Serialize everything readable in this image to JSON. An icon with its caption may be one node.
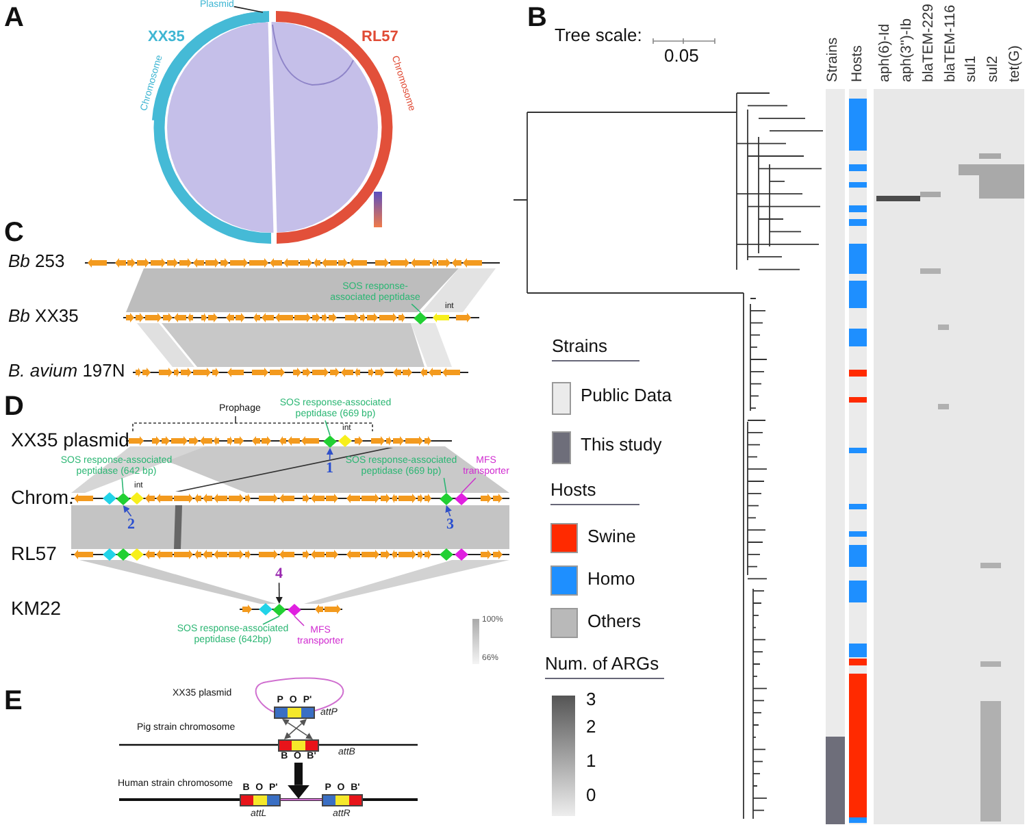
{
  "diagram": {
    "nodes": [
      {
        "text": [
          "Plasmid"
        ]
      },
      {
        "text": [
          "SOS response-associated peptidase"
        ]
      },
      {
        "text": [],
        "shape": "diamond"
      },
      {
        "text": [
          "SOS response-associated peptidase (669 bp)"
        ]
      },
      {
        "text": [],
        "shape": "diamond"
      },
      {
        "text": [
          "1"
        ]
      },
      {
        "text": [
          "SOS response-associated peptidase (642 bp)"
        ]
      },
      {
        "text": [],
        "shape": "diamond"
      },
      {
        "text": [
          "2"
        ]
      },
      {
        "text": [
          "SOS response-associated peptidase (669 bp)"
        ]
      },
      {
        "text": [
          "MFS transporter"
        ]
      },
      {
        "text": [],
        "shape": "diamond"
      },
      {
        "text": [],
        "shape": "diamond"
      },
      {
        "text": [
          "3"
        ]
      },
      {
        "text": [
          "4"
        ]
      },
      {
        "text": [],
        "shape": "diamond"
      },
      {
        "text": [],
        "shape": "diamond"
      },
      {
        "text": [
          "SOS response-associated peptidase (642bp)"
        ]
      },
      {
        "text": [
          "MFS transporter"
        ]
      },
      {
        "text": [
          "P",
          "O",
          "P'"
        ],
        "beside": [
          "attP"
        ]
      },
      {
        "text": [
          "B",
          "O",
          "B'"
        ],
        "beside": [
          "attB"
        ]
      },
      {
        "text": [
          "B",
          "O",
          "P'"
        ],
        "beside": [
          "attL"
        ]
      },
      {
        "text": [
          "P",
          "O",
          "B'"
        ],
        "beside": [
          "attR"
        ]
      },
      {
        "text": [],
        "shape": "bar"
      }
    ],
    "edges": [
      {
        "from": 0,
        "to": null,
        "arrow": "none",
        "color": "#222222"
      },
      {
        "from": 1,
        "to": 2,
        "arrow": "none"
      },
      {
        "from": 3,
        "to": 4,
        "arrow": "none"
      },
      {
        "from": 5,
        "to": 4,
        "arrow": "to",
        "color": "#3050c8"
      },
      {
        "from": 6,
        "to": 7,
        "arrow": "none"
      },
      {
        "from": 8,
        "to": 7,
        "arrow": "to",
        "color": "#3050c8"
      },
      {
        "from": 9,
        "to": 11,
        "arrow": "none"
      },
      {
        "from": 10,
        "to": 12,
        "arrow": "none",
        "color": "#cc33cc"
      },
      {
        "from": 13,
        "to": 11,
        "arrow": "to",
        "color": "#3050c8"
      },
      {
        "from": 14,
        "to": 15,
        "arrow": "to",
        "color": "#222222"
      },
      {
        "from": 17,
        "to": 15,
        "arrow": "none"
      },
      {
        "from": 18,
        "to": 16,
        "arrow": "none",
        "color": "#cc33cc"
      },
      {
        "from": 19,
        "to": 20,
        "arrow": "both",
        "color": "#555555"
      },
      {
        "from": 19,
        "to": 20,
        "arrow": "both",
        "color": "#555555"
      },
      {
        "from": 20,
        "to": 23,
        "arrow": "to",
        "style": "thick",
        "color": "#111111"
      }
    ],
    "labels": [
      "A",
      "XX35",
      "RL57",
      "Chromosome",
      "Chromosome",
      "B",
      "Tree scale:",
      "0.05",
      "Strains",
      "Hosts",
      "aph(6)-Id",
      "aph(3'')-Ib",
      "blaTEM-229",
      "blaTEM-116",
      "sul1",
      "sul2",
      "tet(G)",
      "C",
      "*Bb* 253",
      "*Bb* XX35",
      "*B. avium* 197N",
      "int",
      "D",
      "Prophage",
      "XX35 plasmid",
      "int",
      "Chrom.",
      "int",
      "RL57",
      "KM22",
      "100%",
      "66%",
      "E",
      "XX35 plasmid",
      "Pig strain chromosome",
      "Human strain chromosome",
      "Strains",
      "Hosts",
      "Num. of ARGs",
      "3",
      "2",
      "1",
      "0"
    ],
    "legend": [
      {
        "text": "Public Data",
        "color": "#ebebeb"
      },
      {
        "text": "This study",
        "color": "#6e6e7a"
      },
      {
        "text": "Swine",
        "color": "#ff2a00"
      },
      {
        "text": "Homo",
        "color": "#1e8fff"
      },
      {
        "text": "Others",
        "color": "#b9b9b9"
      }
    ]
  }
}
